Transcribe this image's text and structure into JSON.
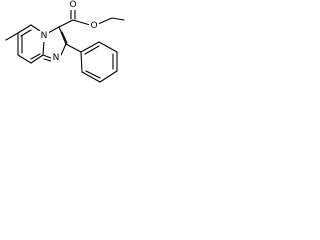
{
  "atom_labels": {
    "n_pyridine": "N",
    "n_imidazole": "N",
    "o_carbonyl": "O",
    "o_ester": "O"
  },
  "colors": {
    "bond": "#000000",
    "background": "#ffffff"
  }
}
